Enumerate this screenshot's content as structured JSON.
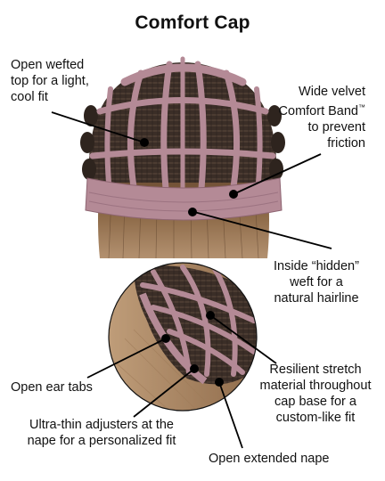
{
  "title": "Comfort Cap",
  "callouts": {
    "open_wefted": [
      "Open wefted",
      "top for a light,",
      "cool fit"
    ],
    "velvet_band": [
      "Wide velvet",
      "Comfort Band",
      "™",
      "to prevent",
      "friction"
    ],
    "hidden_weft": [
      "Inside “hidden”",
      "weft for a",
      "natural hairline"
    ],
    "ear_tabs": [
      "Open ear tabs"
    ],
    "stretch": [
      "Resilient stretch",
      "material throughout",
      "cap base for a",
      "custom-like fit"
    ],
    "adjusters": [
      "Ultra-thin adjusters at the",
      "nape for a personalized fit"
    ],
    "nape": [
      "Open extended nape"
    ]
  },
  "colors": {
    "band": "#b48a96",
    "band_dark": "#8e6572",
    "weft": "#3d3029",
    "hair": "#7a5a3e",
    "hair_light": "#a98862",
    "leader": "#000000"
  }
}
